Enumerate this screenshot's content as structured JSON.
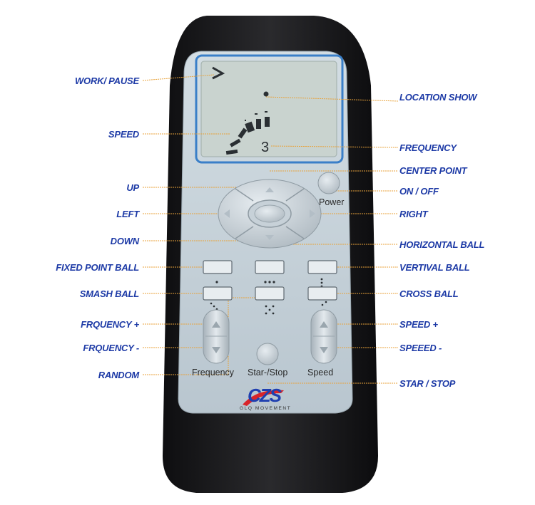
{
  "labels_left": [
    {
      "key": "work_pause",
      "text": "WORK/ PAUSE"
    },
    {
      "key": "speed",
      "text": "SPEED"
    },
    {
      "key": "up",
      "text": "UP"
    },
    {
      "key": "left",
      "text": "LEFT"
    },
    {
      "key": "down",
      "text": "DOWN"
    },
    {
      "key": "fixed_point_ball",
      "text": "FIXED POINT BALL"
    },
    {
      "key": "smash_ball",
      "text": "SMASH BALL"
    },
    {
      "key": "frequency_plus",
      "text": "FRQUENCY +"
    },
    {
      "key": "frequency_minus",
      "text": "FRQUENCY -"
    },
    {
      "key": "random",
      "text": "RANDOM"
    }
  ],
  "labels_right": [
    {
      "key": "location_show",
      "text": "LOCATION SHOW"
    },
    {
      "key": "frequency",
      "text": "FREQUENCY"
    },
    {
      "key": "center_point",
      "text": "CENTER POINT"
    },
    {
      "key": "on_off",
      "text": "ON / OFF"
    },
    {
      "key": "right",
      "text": "RIGHT"
    },
    {
      "key": "horizontal_ball",
      "text": "HORIZONTAL BALL"
    },
    {
      "key": "vertival_ball",
      "text": "VERTIVAL BALL"
    },
    {
      "key": "cross_ball",
      "text": "CROSS BALL"
    },
    {
      "key": "speed_plus",
      "text": "SPEED +"
    },
    {
      "key": "speed_minus",
      "text": "SPEEED -"
    },
    {
      "key": "star_stop",
      "text": "STAR / STOP"
    }
  ],
  "remote": {
    "display_digit": "3",
    "power_label": "Power",
    "frequency_label": "Frequency",
    "start_stop_label": "Star-/Stop",
    "speed_label": "Speed",
    "brand_logo": "CZS",
    "brand_sub": "GLQ MOVEMENT"
  },
  "colors": {
    "label_text": "#1d3aa6",
    "leader_line": "#e8a23a",
    "remote_body": "#1c1c1e",
    "faceplate": "#c3d0d8",
    "lcd": "#c9d3cf",
    "lcd_frame": "#3a7fc8",
    "brand_blue": "#1f3fb0",
    "brand_red": "#d8242a"
  },
  "icons": [
    "play-arrow-icon",
    "location-dot-icon",
    "speed-bars-icon",
    "dpad-arrow-icons",
    "dot-pattern-icons"
  ]
}
